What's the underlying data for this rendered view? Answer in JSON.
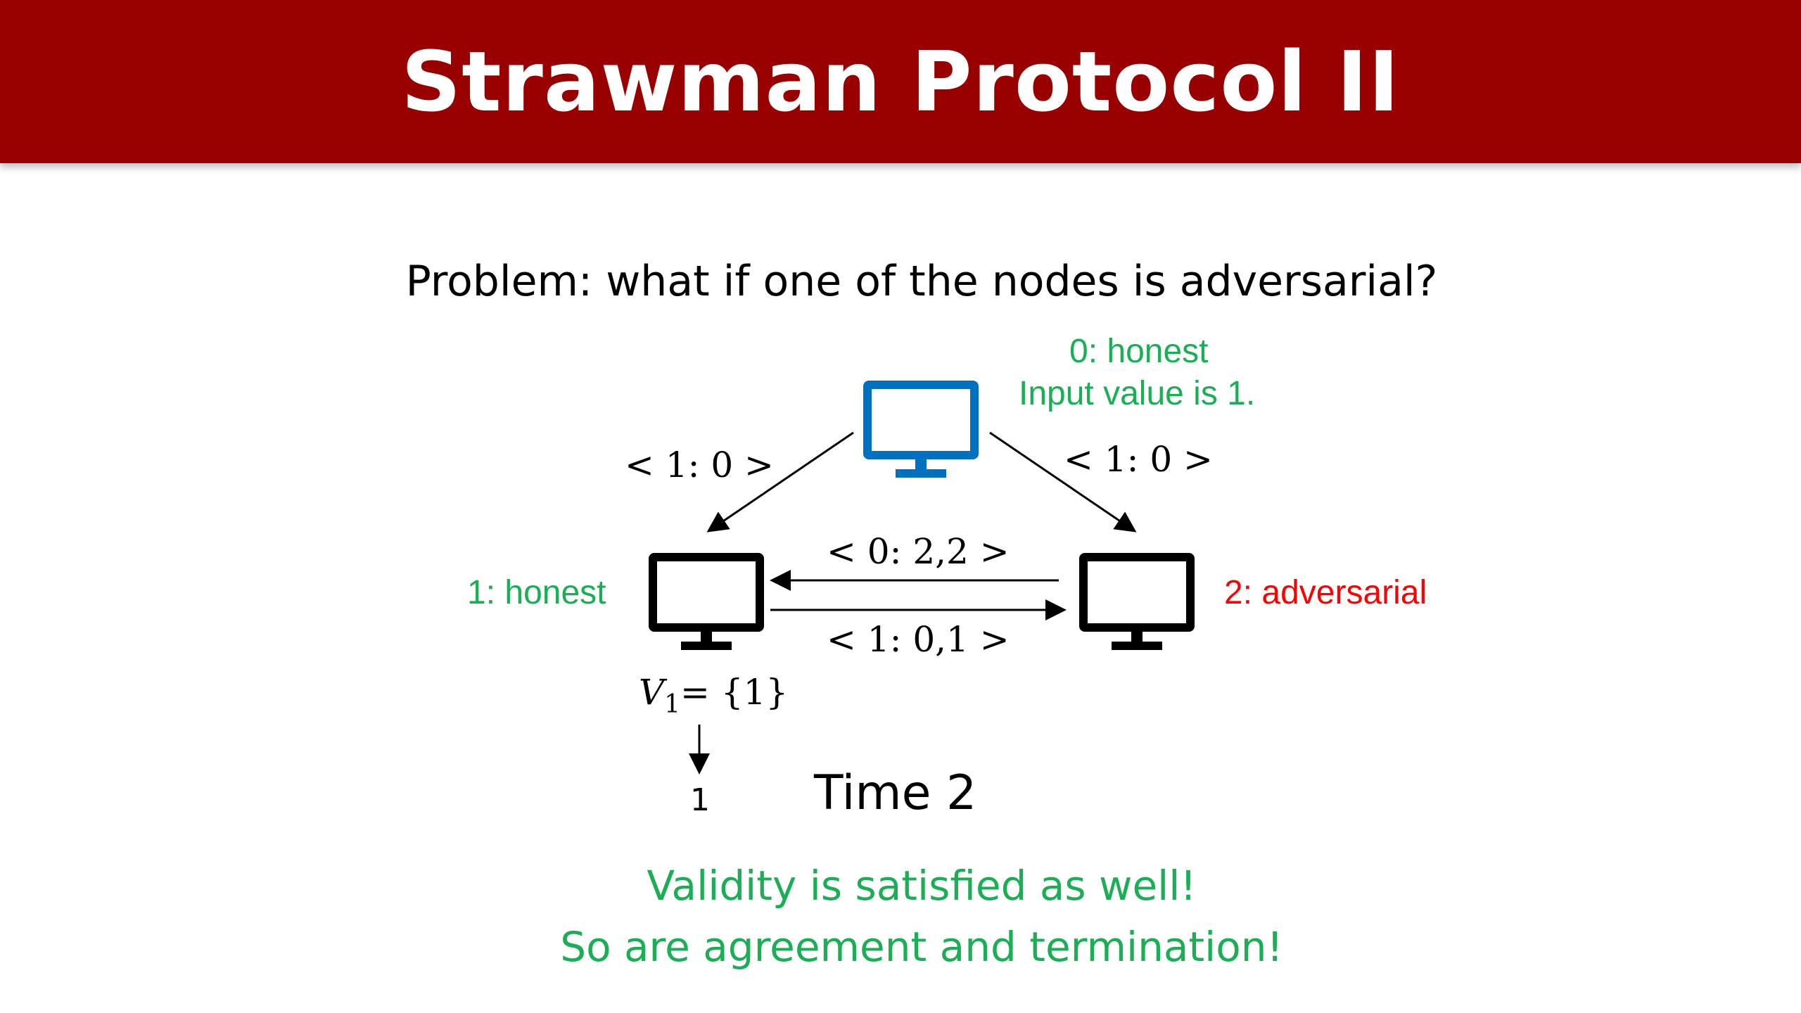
{
  "slide": {
    "title": "Strawman Protocol II",
    "problem": "Problem: what if one of the nodes is adversarial?",
    "nodes": {
      "node0": {
        "label_line1": "0: honest",
        "label_line2": "Input value is 1."
      },
      "node1": {
        "label": "1: honest"
      },
      "node2": {
        "label": "2: adversarial"
      }
    },
    "messages": {
      "to_node1_from_node0": "< 1: 0 >",
      "to_node2_from_node0": "< 1: 0 >",
      "node2_to_node1": "< 0: 2,2 >",
      "node1_to_node2": "< 1: 0,1 >"
    },
    "set_var": "V",
    "set_sub": "1",
    "set_value": "= {1}",
    "decision": "1",
    "time": "Time 2",
    "conclusion_line1": "Validity is satisfied as well!",
    "conclusion_line2": "So are agreement and termination!",
    "colors": {
      "title_bar": "#990000",
      "honest": "#1aaf54",
      "adversarial": "#ff0000",
      "node0_monitor": "#0070c0",
      "monitor": "#000000"
    }
  }
}
